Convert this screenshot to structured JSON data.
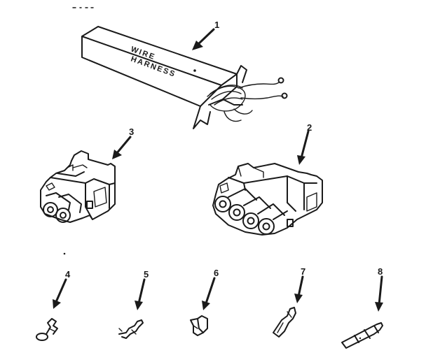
{
  "diagram": {
    "box_label_line1": "WIRE",
    "box_label_line2": "HARNESS",
    "callouts": {
      "c1": "1",
      "c2": "2",
      "c3": "3",
      "c4": "4",
      "c5": "5",
      "c6": "6",
      "c7": "7",
      "c8": "8"
    }
  }
}
